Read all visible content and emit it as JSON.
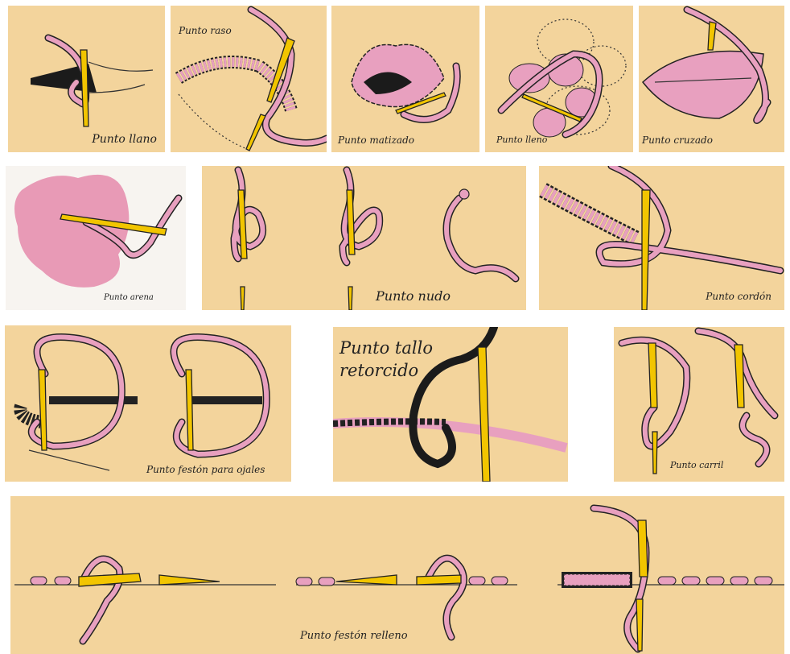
{
  "captions": {
    "llano": "Punto llano",
    "raso": "Punto raso",
    "matizado": "Punto matizado",
    "lleno": "Punto lleno",
    "cruzado": "Punto cruzado",
    "arena": "Punto arena",
    "nudo": "Punto nudo",
    "cordon": "Punto cordón",
    "feston_ojales": "Punto festón para ojales",
    "tallo_line1": "Punto tallo",
    "tallo_line2": "retorcido",
    "carril": "Punto carril",
    "feston_relleno": "Punto festón relleno"
  },
  "colors": {
    "panel_background": "#f3d49c",
    "thread": "#e8a0bf",
    "needle": "#f2c500",
    "outline": "#222222"
  }
}
